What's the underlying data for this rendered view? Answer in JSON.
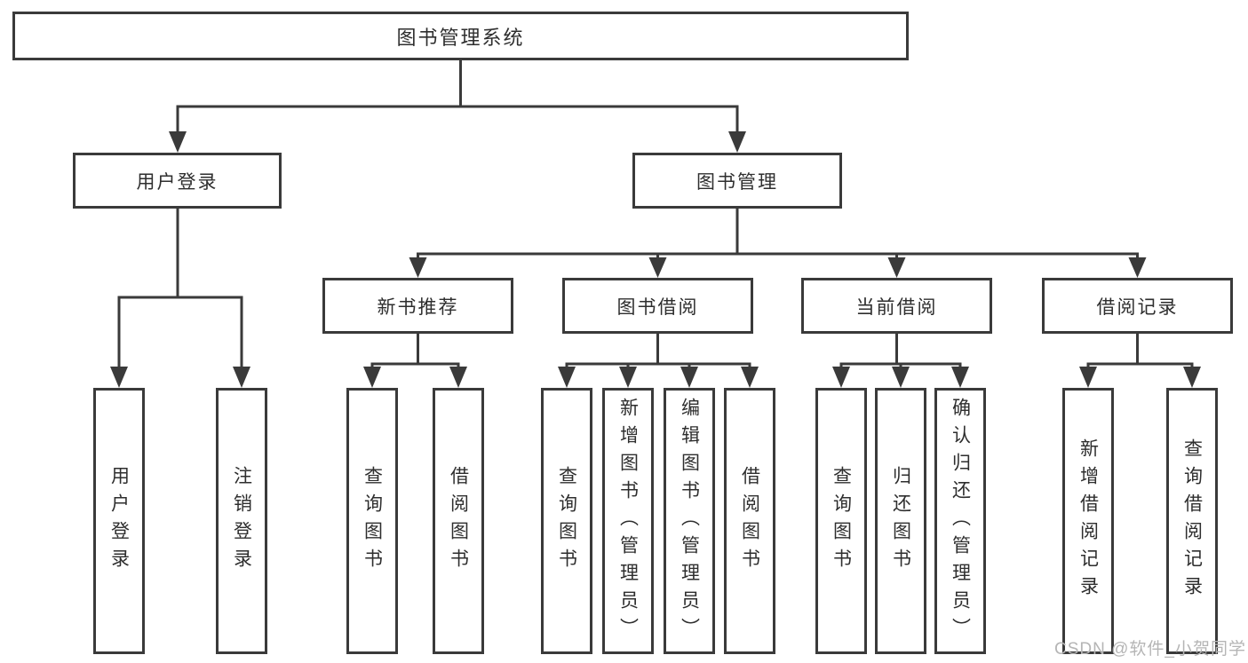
{
  "diagram": {
    "tree": {
      "label": "图书管理系统",
      "children": [
        {
          "label": "用户登录",
          "children": [
            {
              "label": "用户登录"
            },
            {
              "label": "注销登录"
            }
          ]
        },
        {
          "label": "图书管理",
          "children": [
            {
              "label": "新书推荐",
              "children": [
                {
                  "label": "查询图书"
                },
                {
                  "label": "借阅图书"
                }
              ]
            },
            {
              "label": "图书借阅",
              "children": [
                {
                  "label": "查询图书"
                },
                {
                  "label": "新增图书（管理员）"
                },
                {
                  "label": "编辑图书（管理员）"
                },
                {
                  "label": "借阅图书"
                }
              ]
            },
            {
              "label": "当前借阅",
              "children": [
                {
                  "label": "查询图书"
                },
                {
                  "label": "归还图书"
                },
                {
                  "label": "确认归还（管理员）"
                }
              ]
            },
            {
              "label": "借阅记录",
              "children": [
                {
                  "label": "新增借阅记录"
                },
                {
                  "label": "查询借阅记录"
                }
              ]
            }
          ]
        }
      ]
    }
  },
  "watermark": {
    "text": "CSDN @软件_小贺同学"
  },
  "colors": {
    "line": "#3a3a3a",
    "text": "#2e2e2e",
    "box_background": "#ffffff",
    "watermark": "#b5b5b5",
    "page_background": "#ffffff"
  }
}
